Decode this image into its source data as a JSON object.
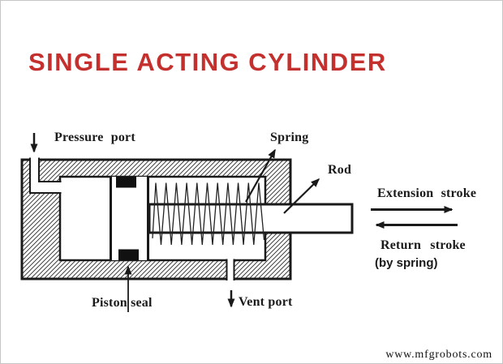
{
  "title": {
    "text": "SINGLE ACTING CYLINDER",
    "color": "#c4302d"
  },
  "diagram": {
    "type": "single-acting-cylinder-cross-section",
    "labels": {
      "pressure_port": "Pressure port",
      "spring": "Spring",
      "rod": "Rod",
      "extension_stroke": "Extension stroke",
      "return_stroke": "Return stroke",
      "by_spring": "(by spring)",
      "piston_seal": "Piston seal",
      "vent_port": "Vent port"
    },
    "parts": [
      "cylinder-body",
      "pressure-port-channel",
      "left-chamber",
      "piston",
      "piston-seal-top",
      "piston-seal-bottom",
      "spring",
      "rod",
      "end-cap",
      "vent-port-slot"
    ],
    "arrows": [
      {
        "name": "pressure-port-arrow",
        "direction": "down"
      },
      {
        "name": "vent-port-arrow",
        "direction": "down"
      },
      {
        "name": "piston-seal-pointer",
        "direction": "up"
      },
      {
        "name": "spring-pointer",
        "direction": "up-right"
      },
      {
        "name": "rod-pointer",
        "direction": "up-right"
      },
      {
        "name": "extension-stroke-arrow",
        "direction": "right"
      },
      {
        "name": "return-stroke-arrow",
        "direction": "left"
      }
    ],
    "colors": {
      "line": "#1a1a1a",
      "seal": "#111111",
      "title_red": "#c4302d"
    }
  },
  "watermark": {
    "text": "www.mfgrobots.com"
  }
}
